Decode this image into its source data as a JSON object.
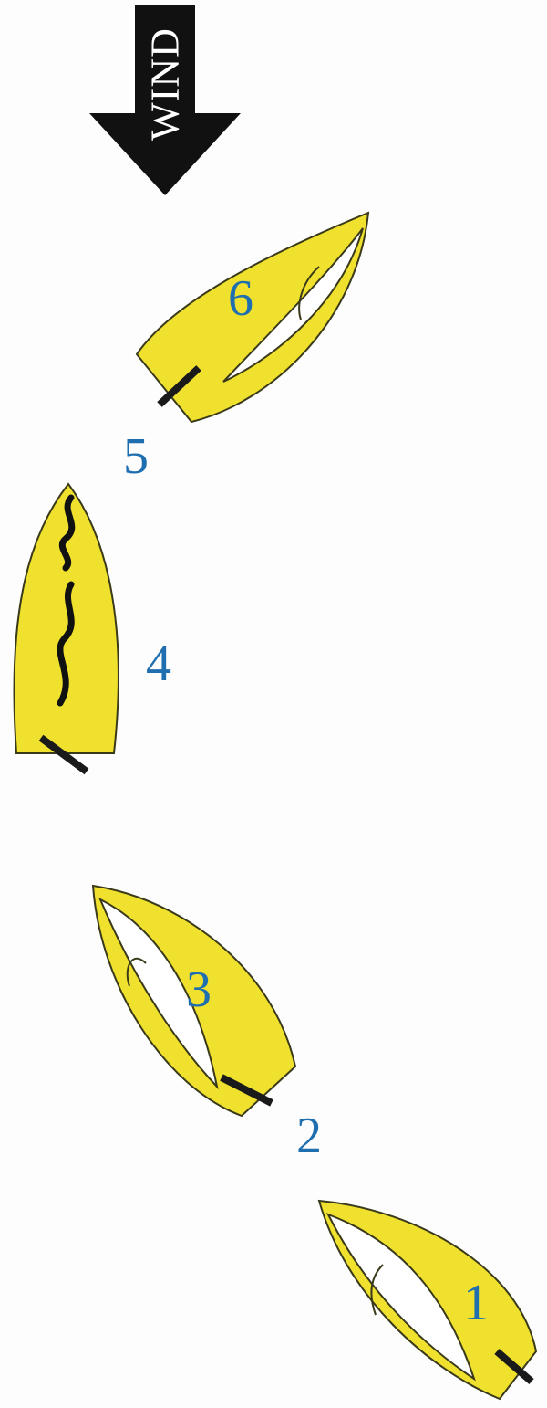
{
  "wind": {
    "label": "WIND",
    "icon": "down-arrow-icon"
  },
  "labels": {
    "n1": "1",
    "n2": "2",
    "n3": "3",
    "n4": "4",
    "n5": "5",
    "n6": "6"
  },
  "colors": {
    "hull": "#f0e12e",
    "outline": "#3a3a1a",
    "sail": "#ffffff",
    "number": "#1f6fb0",
    "arrow": "#111111",
    "tiller": "#1a1a1a"
  }
}
